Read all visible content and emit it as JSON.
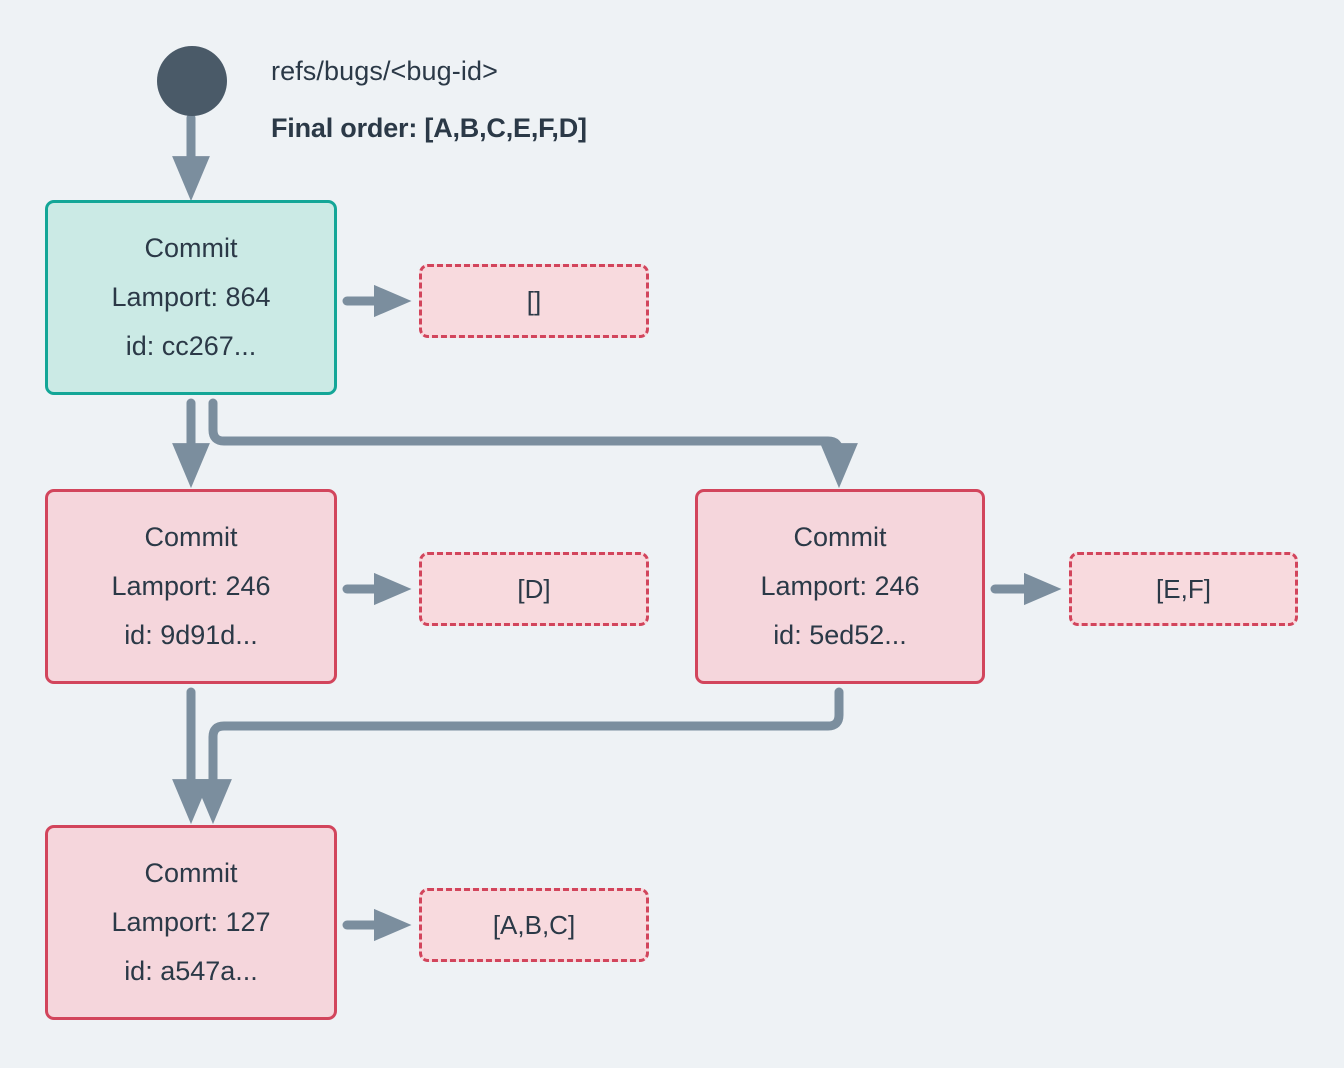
{
  "background_color": "#eef2f5",
  "colors": {
    "root_dot": "#4a5a68",
    "edge": "#7b8e9e",
    "text": "#2b3947",
    "teal_border": "#13a697",
    "teal_fill": "#cbeae5",
    "pink_border": "#d2455c",
    "pink_fill": "#f5d6dc",
    "oplist_fill": "#f8dade"
  },
  "header": {
    "ref_label": "refs/bugs/<bug-id>",
    "final_order_label": "Final order: [A,B,C,E,F,D]"
  },
  "nodes": [
    {
      "id": "head",
      "title": "Commit",
      "lamport": "Lamport: 864",
      "commit_id": "id: cc267...",
      "style": "teal"
    },
    {
      "id": "left",
      "title": "Commit",
      "lamport": "Lamport: 246",
      "commit_id": "id: 9d91d...",
      "style": "pink"
    },
    {
      "id": "right",
      "title": "Commit",
      "lamport": "Lamport: 246",
      "commit_id": "id: 5ed52...",
      "style": "pink"
    },
    {
      "id": "bottom",
      "title": "Commit",
      "lamport": "Lamport: 127",
      "commit_id": "id: a547a...",
      "style": "pink"
    }
  ],
  "oplists": [
    {
      "id": "head",
      "label": "[]"
    },
    {
      "id": "left",
      "label": "[D]"
    },
    {
      "id": "right",
      "label": "[E,F]"
    },
    {
      "id": "bottom",
      "label": "[A,B,C]"
    }
  ],
  "edges": [
    {
      "from": "ref-root",
      "to": "head",
      "kind": "straight-down"
    },
    {
      "from": "head",
      "to": "ops-head",
      "kind": "short-right"
    },
    {
      "from": "head",
      "to": "left",
      "kind": "straight-down"
    },
    {
      "from": "head",
      "to": "right",
      "kind": "elbow-right-down"
    },
    {
      "from": "left",
      "to": "ops-left",
      "kind": "short-right"
    },
    {
      "from": "right",
      "to": "ops-right",
      "kind": "short-right"
    },
    {
      "from": "left",
      "to": "bottom",
      "kind": "straight-down"
    },
    {
      "from": "right",
      "to": "bottom",
      "kind": "elbow-left-down"
    },
    {
      "from": "bottom",
      "to": "ops-bottom",
      "kind": "short-right"
    }
  ]
}
